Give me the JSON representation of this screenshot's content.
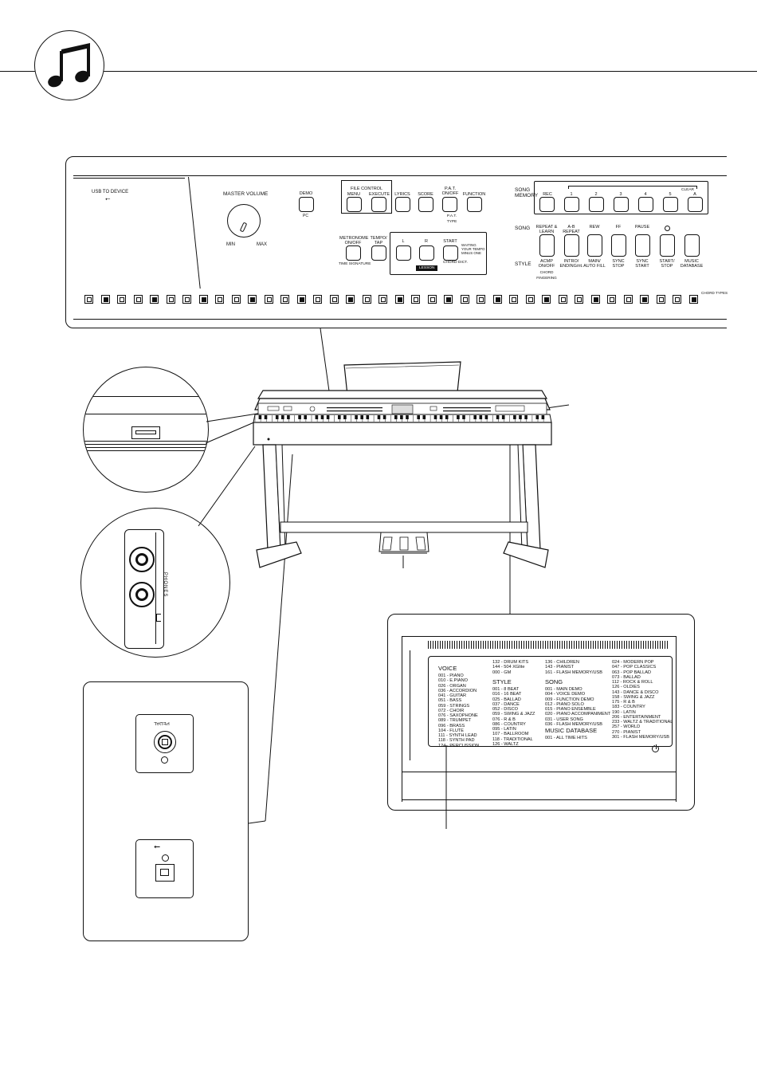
{
  "panel": {
    "usb_to_device": "USB TO DEVICE",
    "master_volume": "MASTER VOLUME",
    "min": "MIN",
    "max": "MAX",
    "demo": "DEMO",
    "demo_sub": "PC",
    "file_control": "FILE CONTROL",
    "menu": "MENU",
    "execute": "EXECUTE",
    "lyrics": "LYRICS",
    "score": "SCORE",
    "pat": "P.A.T. ON/OFF",
    "pat_sub": "P.A.T. TYPE",
    "function": "FUNCTION",
    "metronome": "METRONOME ON/OFF",
    "metronome_sub": "TIME SIGNATURE",
    "tempo": "TEMPO/ TAP",
    "lesson_l": "L",
    "lesson_r": "R",
    "lesson_start": "START",
    "lesson_note": "WAITING YOUR TEMPO MINUS ONE",
    "lesson": "LESSON",
    "chord_dict": "CHORD DICT.",
    "song_memory": "SONG MEMORY",
    "rec": "REC",
    "tracks": [
      "1",
      "2",
      "3",
      "4",
      "5",
      "A"
    ],
    "clear": "CLEAR",
    "song": "SONG",
    "style": "STYLE",
    "song_buttons": [
      "REPEAT & LEARN",
      "A-B REPEAT",
      "REW",
      "FF",
      "PAUSE",
      "",
      ""
    ],
    "style_buttons": [
      "ACMP ON/OFF",
      "INTRO/ ENDING/rit.",
      "MAIN/ AUTO FILL",
      "SYNC STOP",
      "SYNC START",
      "START/ STOP",
      "MUSIC DATABASE"
    ],
    "chord_fingering": "CHORD FINGERING",
    "chord_types": "CHORD TYPES"
  },
  "phones_label": "PHONES",
  "pedal_label": "PEDAL",
  "sheet": {
    "voice_title": "VOICE",
    "voice_items": [
      "001 - PIANO",
      "010 - E.PIANO",
      "026 - ORGAN",
      "036 - ACCORDION",
      "041 - GUITAR",
      "051 - BASS",
      "059 - STRINGS",
      "072 - CHOIR",
      "076 - SAXOPHONE",
      "089 - TRUMPET",
      "096 - BRASS",
      "104 - FLUTE",
      "111 - SYNTH LEAD",
      "118 - SYNTH PAD",
      "124 - PERCUSSION"
    ],
    "col2_items": [
      "132 - DRUM KITS",
      "144 - 504 XGlite",
      "000 - GM"
    ],
    "style_title": "STYLE",
    "style_items": [
      "001 - 8 BEAT",
      "016 - 16 BEAT",
      "025 - BALLAD",
      "037 - DANCE",
      "052 - DISCO",
      "059 - SWING & JAZZ",
      "076 - R & B",
      "086 - COUNTRY",
      "095 - LATIN",
      "107 - BALLROOM",
      "118 - TRADITIONAL",
      "126 - WALTZ"
    ],
    "col3_items": [
      "136 - CHILDREN",
      "143 - PIANIST",
      "161 - FLASH MEMORY/USB"
    ],
    "song_title": "SONG",
    "song_items": [
      "001 - MAIN DEMO",
      "004 - VOICE DEMO",
      "009 - FUNCTION DEMO",
      "012 - PIANO SOLO",
      "015 - PIANO ENSEMBLE",
      "020 - PIANO ACCOMPANIMENT",
      "031 - USER SONG",
      "036 - FLASH MEMORY/USB"
    ],
    "mdb_title": "MUSIC DATABASE",
    "mdb_items": [
      "001 - ALL TIME HITS"
    ],
    "col4_items": [
      "024 - MODERN POP",
      "047 - POP CLASSICS",
      "063 - POP BALLAD",
      "073 - BALLAD",
      "112 - ROCK & ROLL",
      "126 - OLDIES",
      "143 - DANCE & DISCO",
      "158 - SWING & JAZZ",
      "175 - R & B",
      "183 - COUNTRY",
      "190 - LATIN",
      "206 - ENTERTAINMENT",
      "233 - WALTZ & TRADITIONAL",
      "257 - WORLD",
      "270 - PIANIST",
      "301 - FLASH MEMORY/USB"
    ]
  }
}
